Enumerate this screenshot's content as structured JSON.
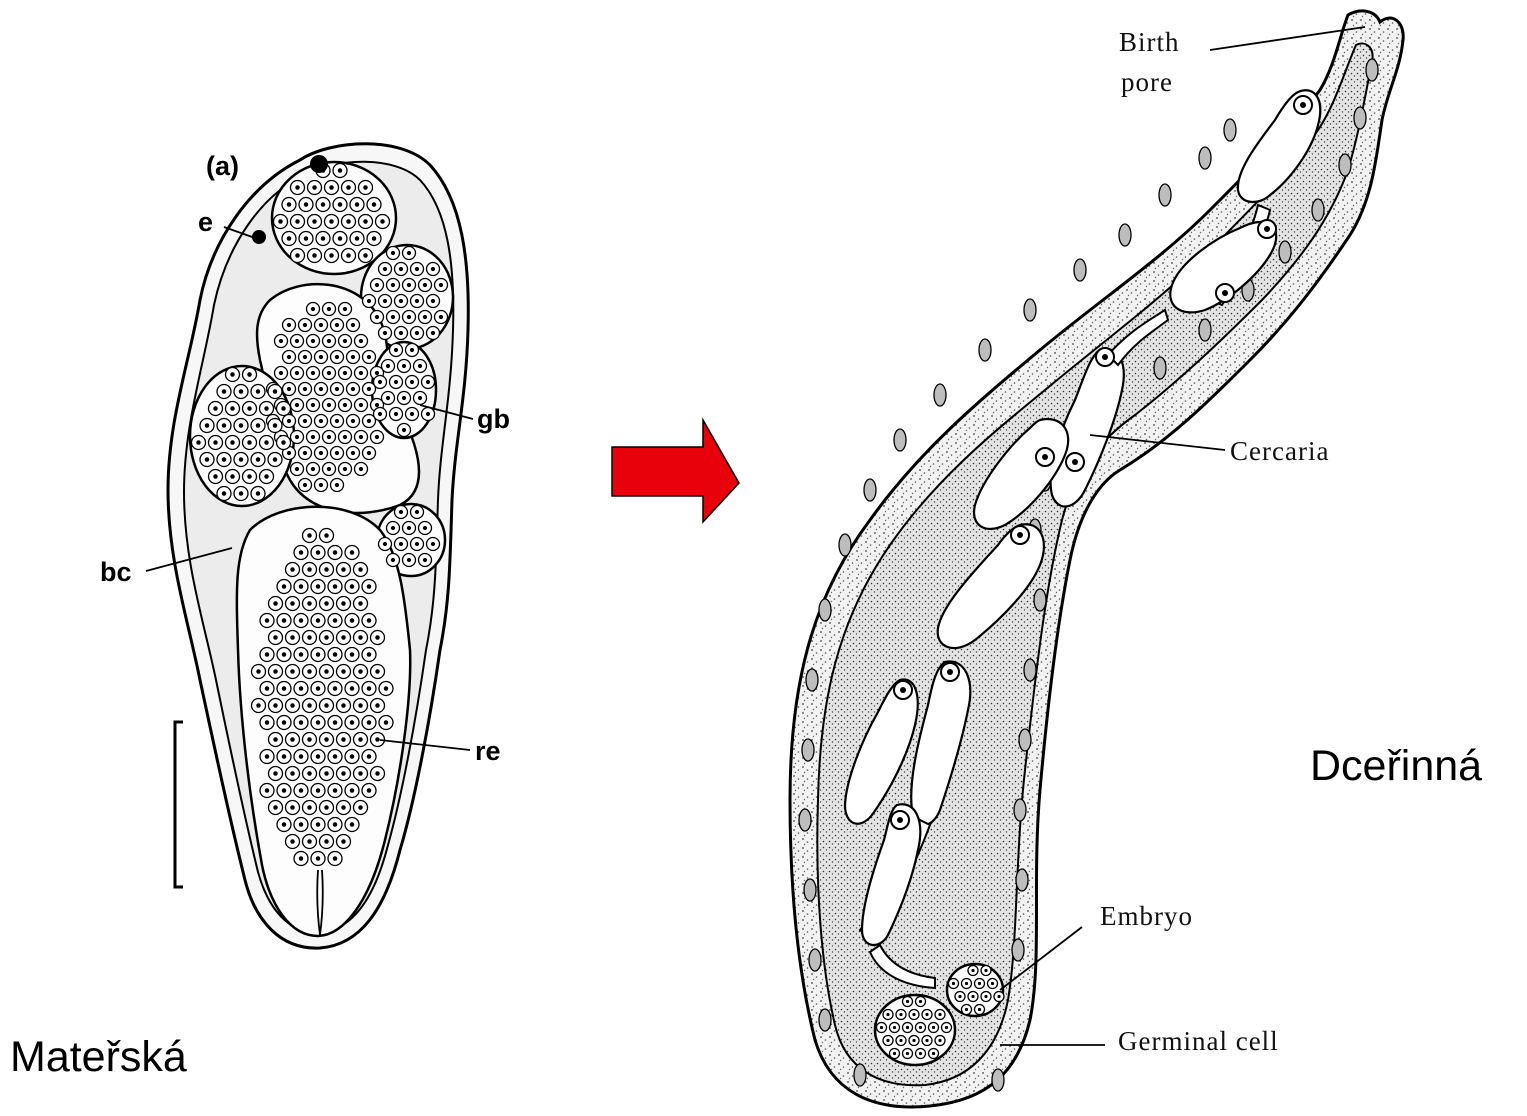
{
  "left_figure": {
    "panel_label": "(a)",
    "labels": {
      "e": "e",
      "gb": "gb",
      "bc": "bc",
      "re": "re"
    },
    "caption": "Mateřská"
  },
  "arrow": {
    "color": "#e8000b"
  },
  "right_figure": {
    "labels": {
      "birth_pore_line1": "Birth",
      "birth_pore_line2": "pore",
      "cercaria": "Cercaria",
      "embryo": "Embryo",
      "germinal_cell": "Germinal cell"
    },
    "caption": "Dceřinná"
  }
}
